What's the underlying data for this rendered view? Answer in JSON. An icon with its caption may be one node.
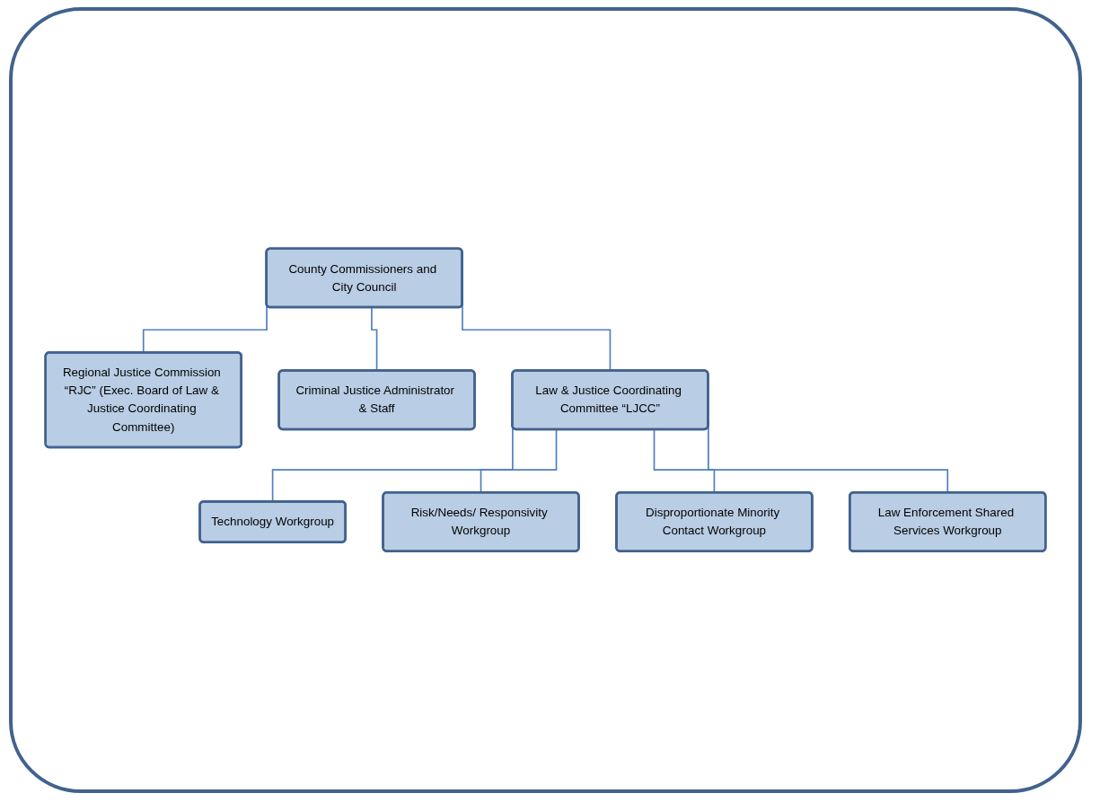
{
  "diagram": {
    "nodes": [
      {
        "text": [
          "County Commissioners and City Council"
        ]
      },
      {
        "text": [
          "Regional Justice Commission “RJC” (Exec. Board of Law & Justice Coordinating Committee)"
        ]
      },
      {
        "text": [
          "Criminal Justice Administrator & Staff"
        ]
      },
      {
        "text": [
          "Law & Justice Coordinating Committee “LJCC”"
        ]
      },
      {
        "text": [
          "Technology Workgroup"
        ]
      },
      {
        "text": [
          "Risk/Needs/ Responsivity Workgroup"
        ]
      },
      {
        "text": [
          "Disproportionate Minority Contact Workgroup"
        ]
      },
      {
        "text": [
          "Law Enforcement Shared Services Workgroup"
        ]
      }
    ],
    "edges": [
      {
        "from": 0,
        "to": 1,
        "arrow": "none"
      },
      {
        "from": 0,
        "to": 2,
        "arrow": "none"
      },
      {
        "from": 0,
        "to": 3,
        "arrow": "none"
      },
      {
        "from": 3,
        "to": 4,
        "arrow": "none"
      },
      {
        "from": 3,
        "to": 5,
        "arrow": "none"
      },
      {
        "from": 3,
        "to": 6,
        "arrow": "none"
      },
      {
        "from": 3,
        "to": 7,
        "arrow": "none"
      }
    ]
  }
}
